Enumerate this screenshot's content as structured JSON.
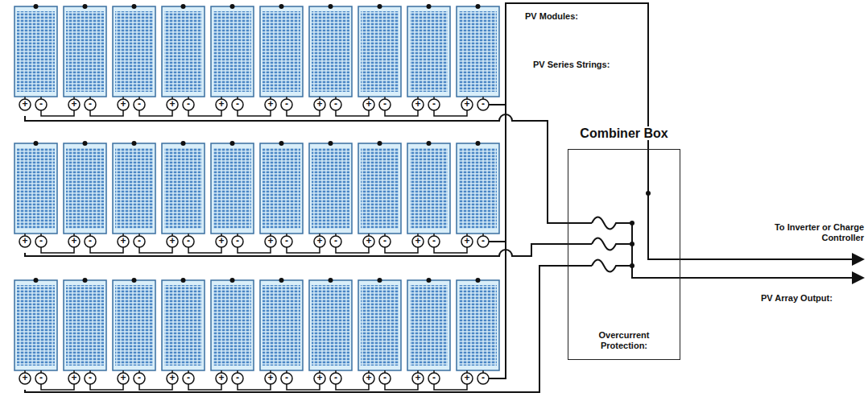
{
  "diagram": {
    "nodes": [
      {
        "text": [
          "Combiner Box",
          "Overcurrent Protection:"
        ]
      }
    ],
    "labels": [
      "PV Modules:",
      "PV Series Strings:",
      "To Inverter or Charge Controller",
      "PV Array Output:",
      "+",
      "-",
      "+",
      "-",
      "+",
      "-",
      "+",
      "-",
      "+",
      "-",
      "+",
      "-",
      "+",
      "-",
      "+",
      "-",
      "+",
      "-",
      "+",
      "-",
      "+",
      "-",
      "+",
      "-",
      "+",
      "-",
      "+",
      "-",
      "+",
      "-",
      "+",
      "-",
      "+",
      "-",
      "+",
      "-",
      "+",
      "-",
      "+",
      "-",
      "+",
      "-",
      "+",
      "-",
      "+",
      "-",
      "+",
      "-",
      "+",
      "-",
      "+",
      "-",
      "+",
      "-",
      "+",
      "-",
      "+",
      "-",
      "+",
      "-"
    ]
  }
}
